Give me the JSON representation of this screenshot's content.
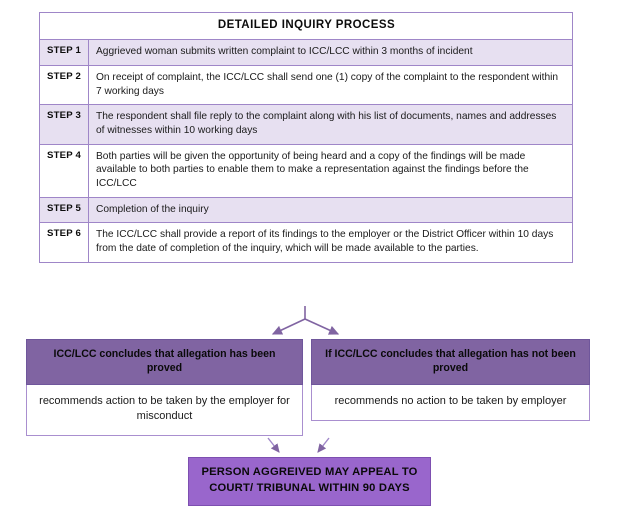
{
  "colors": {
    "purple_header": "#8064A2",
    "purple_final": "#9966CC",
    "row_shade": "#E7E0F1",
    "border": "#9F86C8",
    "connector": "#8064A2"
  },
  "table": {
    "title": "DETAILED INQUIRY PROCESS",
    "rows": [
      {
        "step": "STEP 1",
        "text": "Aggrieved woman submits written complaint to ICC/LCC within 3 months of incident",
        "shaded": true
      },
      {
        "step": "STEP 2",
        "text": "On receipt of complaint, the ICC/LCC shall send one (1) copy of the complaint to the respondent within 7 working days",
        "shaded": false
      },
      {
        "step": "STEP 3",
        "text": "The respondent shall file reply to the complaint along with his list of documents, names and addresses of witnesses within 10 working days",
        "shaded": true
      },
      {
        "step": "STEP 4",
        "text": "Both parties will be given the opportunity of being heard and a copy of the findings will be made available to both parties to enable them to make a representation against the findings before the ICC/LCC",
        "shaded": false
      },
      {
        "step": "STEP 5",
        "text": "Completion of the inquiry",
        "shaded": true
      },
      {
        "step": "STEP 6",
        "text": "The ICC/LCC shall provide a report of its findings to the employer or the District Officer within 10 days from the date of completion of the inquiry, which will be made available to the parties.",
        "shaded": false
      }
    ]
  },
  "outcomes": {
    "proved": {
      "heading": "ICC/LCC concludes that allegation has been proved",
      "body": "recommends action to be taken by the employer for misconduct"
    },
    "not_proved": {
      "heading": "If ICC/LCC concludes that allegation has not been proved",
      "body": "recommends no action to be taken by employer"
    }
  },
  "final": {
    "line1": "PERSON AGGREIVED MAY APPEAL TO",
    "line2": "COURT/ TRIBUNAL WITHIN 90 DAYS"
  }
}
